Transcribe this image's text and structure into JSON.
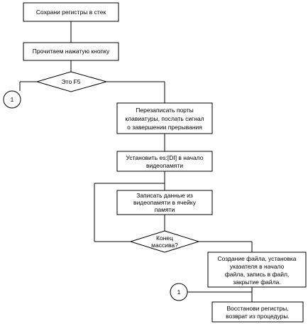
{
  "flowchart": {
    "blocks": {
      "save_registers": "Сохрани регистры в стек",
      "read_key": "Прочитаем нажатую кнопку",
      "is_f5": "Это F5",
      "rewrite_ports": [
        "Перезаписать порты",
        "клавиатуры, послать сигнал",
        "о завершении прерывания"
      ],
      "set_di": [
        "Установить es:[DI] в начало",
        "видеопамяти"
      ],
      "copy_data": [
        "Записать данные из",
        "видеопамяти в ячейку",
        "памяти"
      ],
      "end_of_array": [
        "Конец",
        "массива?"
      ],
      "create_file": [
        "Создание файла, установка",
        "указателя в начало",
        "файла, запись в файл,",
        "закрытие файла."
      ],
      "restore_registers": [
        "Восстанови регистры,",
        "возврат из процедуры."
      ]
    },
    "connectors": {
      "left": "1",
      "bottom": "1"
    }
  }
}
